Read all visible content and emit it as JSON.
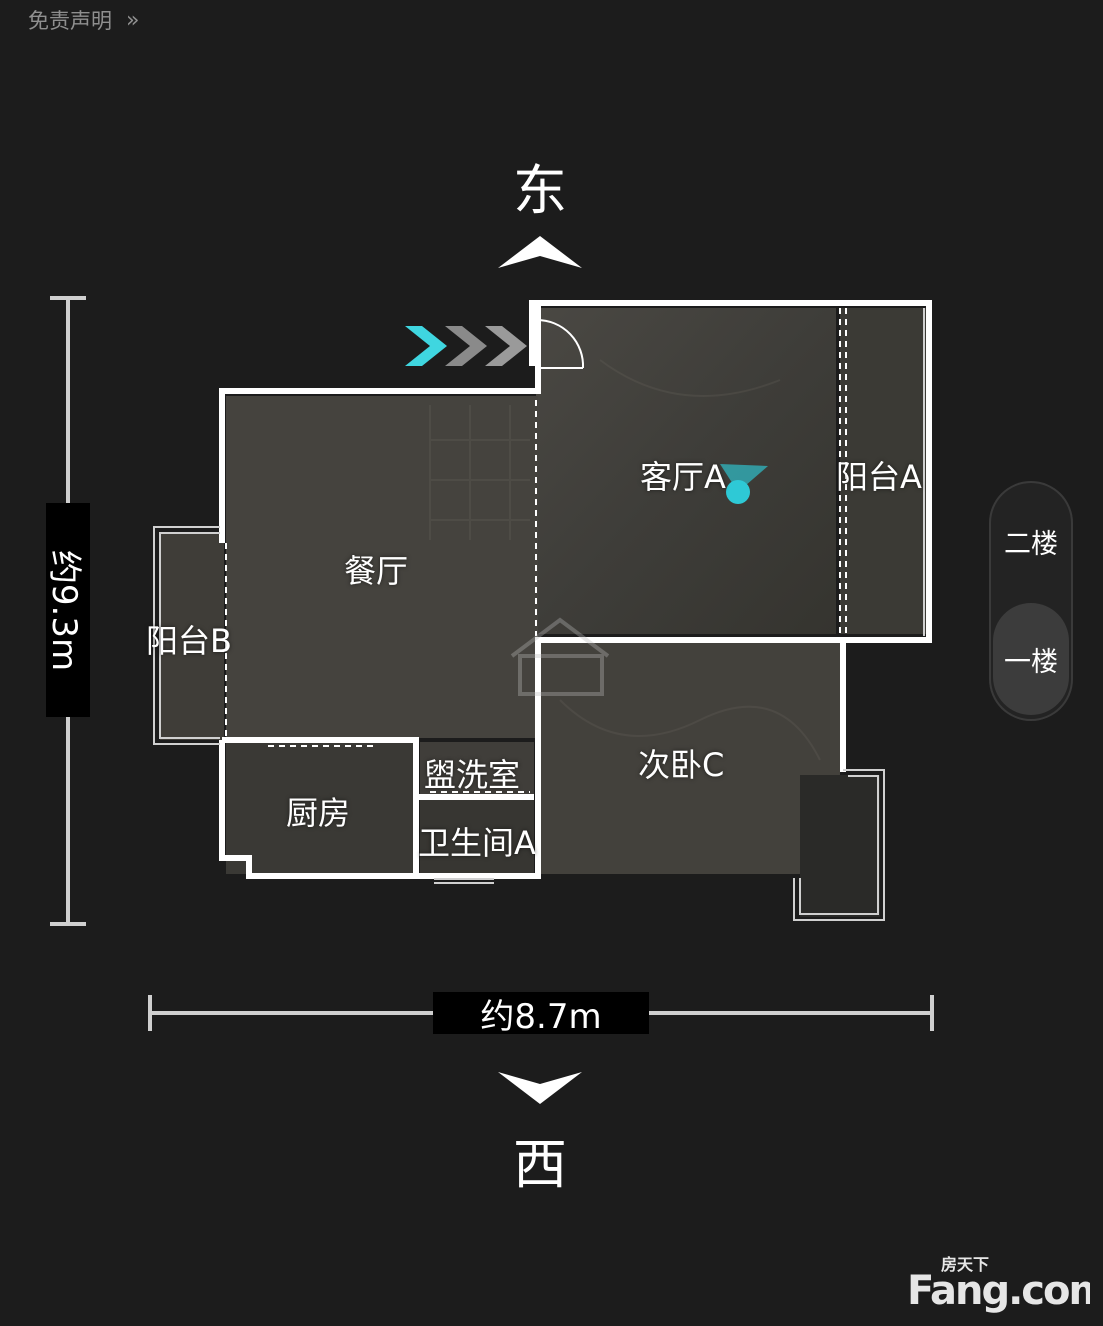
{
  "header": {
    "disclaimer_label": "免责声明",
    "chevron": "»"
  },
  "compass": {
    "north_label": "东",
    "south_label": "西"
  },
  "dimensions": {
    "width_label": "约8.7m",
    "height_label": "约9.3m"
  },
  "rooms": {
    "living_room": "客厅A",
    "balcony_a": "阳台A",
    "dining_room": "餐厅",
    "balcony_b": "阳台B",
    "kitchen": "厨房",
    "washroom": "盥洗室",
    "bathroom": "卫生间A",
    "bedroom": "次卧C"
  },
  "floors": {
    "upper": "二楼",
    "lower": "一楼",
    "active": "一楼"
  },
  "logo": {
    "small_text": "房天下",
    "big_text": "Fang.com"
  },
  "colors": {
    "background": "#1c1c1c",
    "accent": "#2ec9d6",
    "wall": "#ffffff"
  }
}
